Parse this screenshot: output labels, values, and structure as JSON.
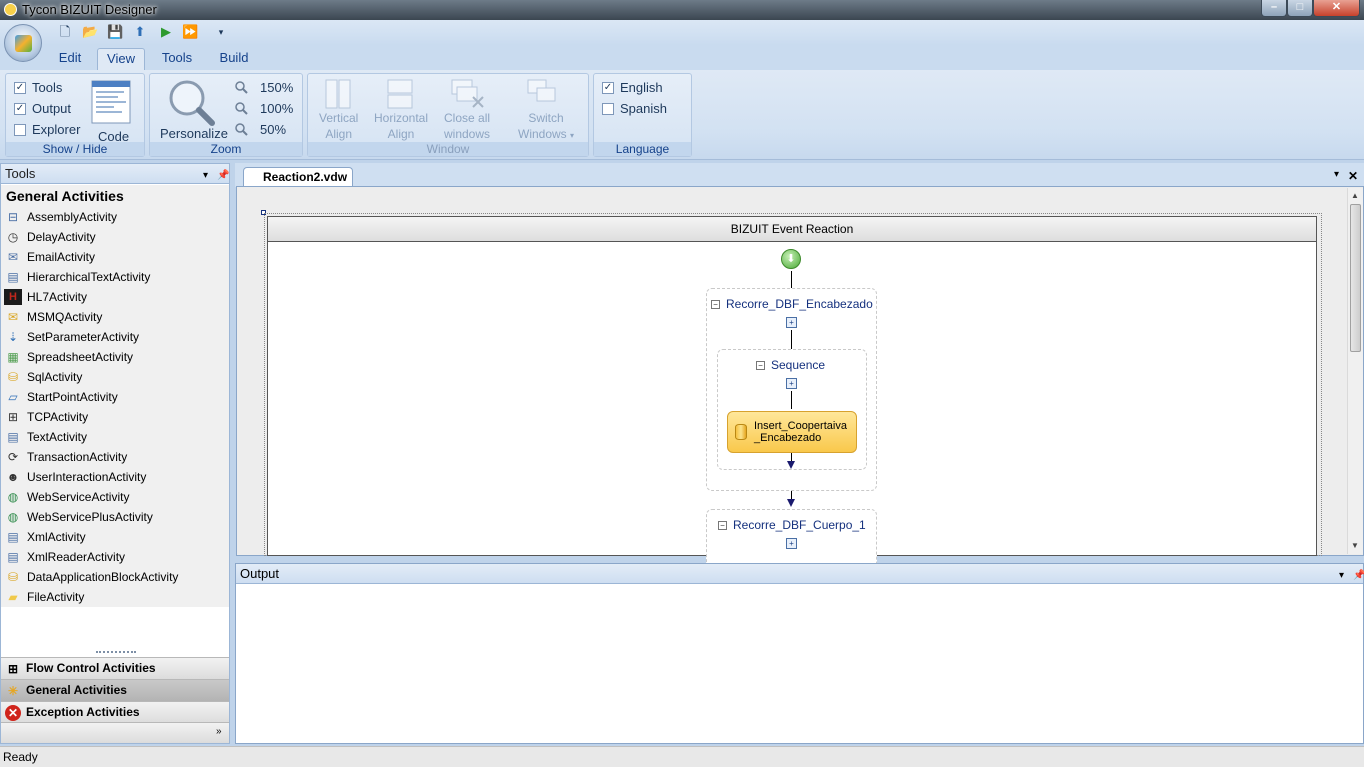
{
  "window": {
    "title": "Tycon BIZUIT Designer"
  },
  "ribbon": {
    "tabs": [
      {
        "label": "Edit",
        "active": false
      },
      {
        "label": "View",
        "active": true
      },
      {
        "label": "Tools",
        "active": false
      },
      {
        "label": "Build",
        "active": false
      }
    ],
    "show_hide": {
      "label": "Show / Hide",
      "tools": {
        "label": "Tools",
        "checked": true
      },
      "output": {
        "label": "Output",
        "checked": true
      },
      "explorer": {
        "label": "Explorer",
        "checked": false
      },
      "code": "Code"
    },
    "zoom": {
      "label": "Zoom",
      "personalize": "Personalize",
      "levels": [
        "150%",
        "100%",
        "50%"
      ]
    },
    "window": {
      "label": "Window",
      "vertical_align": [
        "Vertical",
        "Align"
      ],
      "horizontal_align": [
        "Horizontal",
        "Align"
      ],
      "close_all": [
        "Close all",
        "windows"
      ],
      "switch_windows": [
        "Switch",
        "Windows"
      ]
    },
    "language": {
      "label": "Language",
      "english": {
        "label": "English",
        "checked": true
      },
      "spanish": {
        "label": "Spanish",
        "checked": false
      }
    }
  },
  "tools_pane": {
    "title": "Tools",
    "section": "General Activities",
    "items": [
      {
        "label": "AssemblyActivity",
        "icon": "assembly-icon"
      },
      {
        "label": "DelayActivity",
        "icon": "clock-icon"
      },
      {
        "label": "EmailActivity",
        "icon": "email-icon"
      },
      {
        "label": "HierarchicalTextActivity",
        "icon": "document-icon"
      },
      {
        "label": "HL7Activity",
        "icon": "hl7-icon"
      },
      {
        "label": "MSMQActivity",
        "icon": "envelope-icon"
      },
      {
        "label": "SetParameterActivity",
        "icon": "parameter-icon"
      },
      {
        "label": "SpreadsheetActivity",
        "icon": "spreadsheet-icon"
      },
      {
        "label": "SqlActivity",
        "icon": "database-icon"
      },
      {
        "label": "StartPointActivity",
        "icon": "start-point-icon"
      },
      {
        "label": "TCPActivity",
        "icon": "network-icon"
      },
      {
        "label": "TextActivity",
        "icon": "text-icon"
      },
      {
        "label": "TransactionActivity",
        "icon": "transaction-icon"
      },
      {
        "label": "UserInteractionActivity",
        "icon": "user-icon"
      },
      {
        "label": "WebServiceActivity",
        "icon": "globe-icon"
      },
      {
        "label": "WebServicePlusActivity",
        "icon": "globe-plus-icon"
      },
      {
        "label": "XmlActivity",
        "icon": "xml-icon"
      },
      {
        "label": "XmlReaderActivity",
        "icon": "xml-reader-icon"
      },
      {
        "label": "DataApplicationBlockActivity",
        "icon": "database-icon"
      },
      {
        "label": "FileActivity",
        "icon": "folder-icon"
      }
    ],
    "categories": [
      {
        "label": "Flow Control Activities",
        "active": false
      },
      {
        "label": "General Activities",
        "active": true
      },
      {
        "label": "Exception Activities",
        "active": false
      }
    ]
  },
  "document": {
    "tab": "Reaction2.vdw",
    "workflow": {
      "title": "BIZUIT Event Reaction",
      "loop1": "Recorre_DBF_Encabezado",
      "sequence": "Sequence",
      "activity": [
        "Insert_Coopertaiva",
        "_Encabezado"
      ],
      "loop2": "Recorre_DBF_Cuerpo_1"
    }
  },
  "output_pane": {
    "title": "Output"
  },
  "status": "Ready",
  "colors": {
    "ribbon_bg": "#dfe9f5",
    "accent": "#15428b",
    "activity": "#f9c84b",
    "start": "#4aa836"
  }
}
